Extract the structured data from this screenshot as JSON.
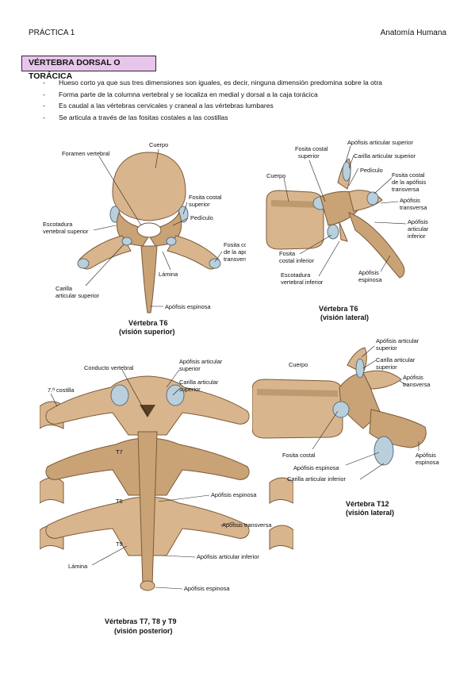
{
  "header": {
    "left": "PRÁCTICA 1",
    "right": "Anatomía Humana"
  },
  "section_title": "VÉRTEBRA DORSAL O TORÁCICA",
  "bullets": [
    "Hueso corto ya que sus tres dimensiones son iguales, es decir, ninguna dimensión predomina sobre la otra",
    "Forma parte de la columna vertebral y se localiza en medial y dorsal a la caja torácica",
    "Es caudal a las vértebras cervicales y craneal a las vértebras lumbares",
    "Se articula a través de las fositas costales a las costillas"
  ],
  "fig1": {
    "caption1": "Vértebra T6",
    "caption2": "(visión superior)",
    "labels": {
      "foramen": "Foramen vertebral",
      "cuerpo": "Cuerpo",
      "fosita_sup1": "Fosita costal",
      "fosita_sup2": "superior",
      "pediculo": "Pedículo",
      "escot1": "Escotadura",
      "escot2": "vertebral superior",
      "fosita_ap1": "Fosita costal",
      "fosita_ap2": "de la apófisis",
      "fosita_ap3": "transversa",
      "lamina": "Lámina",
      "carilla1": "Carilla",
      "carilla2": "articular superior",
      "espinosa": "Apófisis espinosa"
    }
  },
  "fig2": {
    "caption1": "Vértebra T6",
    "caption2": "(visión lateral)",
    "labels": {
      "fosita_sup1": "Fosita costal",
      "fosita_sup2": "superior",
      "ap_art_sup": "Apófisis articular superior",
      "carilla_sup": "Carilla articular superior",
      "pediculo": "Pedículo",
      "cuerpo": "Cuerpo",
      "fosita_ap1": "Fosita costal",
      "fosita_ap2": "de la apófisis",
      "fosita_ap3": "transversa",
      "ap_trans1": "Apófisis",
      "ap_trans2": "transversa",
      "ap_art_inf1": "Apófisis",
      "ap_art_inf2": "articular",
      "ap_art_inf3": "inferior",
      "fosita_inf1": "Fosita",
      "fosita_inf2": "costal inferior",
      "escot1": "Escotadura",
      "escot2": "vertebral inferior",
      "espinosa1": "Apófisis",
      "espinosa2": "espinosa"
    }
  },
  "fig3": {
    "caption1": "Vértebras T7, T8 y T9",
    "caption2": "(visión posterior)",
    "labels": {
      "conducto": "Conducto vertebral",
      "ap_art_sup1": "Apófisis articular",
      "ap_art_sup2": "superior",
      "carilla1": "Carilla articular",
      "carilla2": "superior",
      "costilla": "7.ª costilla",
      "t7": "T7",
      "t8": "T8",
      "t9": "T9",
      "espinosa": "Apófisis espinosa",
      "trans": "Apófisis transversa",
      "art_inf": "Apófisis articular inferior",
      "lamina": "Lámina",
      "espinosa2": "Apófisis espinosa"
    }
  },
  "fig4": {
    "caption1": "Vértebra T12",
    "caption2": "(visión lateral)",
    "labels": {
      "ap_art_sup1": "Apófisis articular",
      "ap_art_sup2": "superior",
      "carilla1": "Carilla articular",
      "carilla2": "superior",
      "cuerpo": "Cuerpo",
      "ap_trans1": "Apófisis",
      "ap_trans2": "transversa",
      "fosita": "Fosita costal",
      "espinosa_a": "Apófisis espinosa",
      "carilla_inf": "Carilla articular inferior",
      "espinosa_b1": "Apófisis",
      "espinosa_b2": "espinosa"
    }
  },
  "colors": {
    "title_bg": "#e8c6ec",
    "bone": "#d9b58d",
    "cartilage": "#b9d0dc"
  }
}
